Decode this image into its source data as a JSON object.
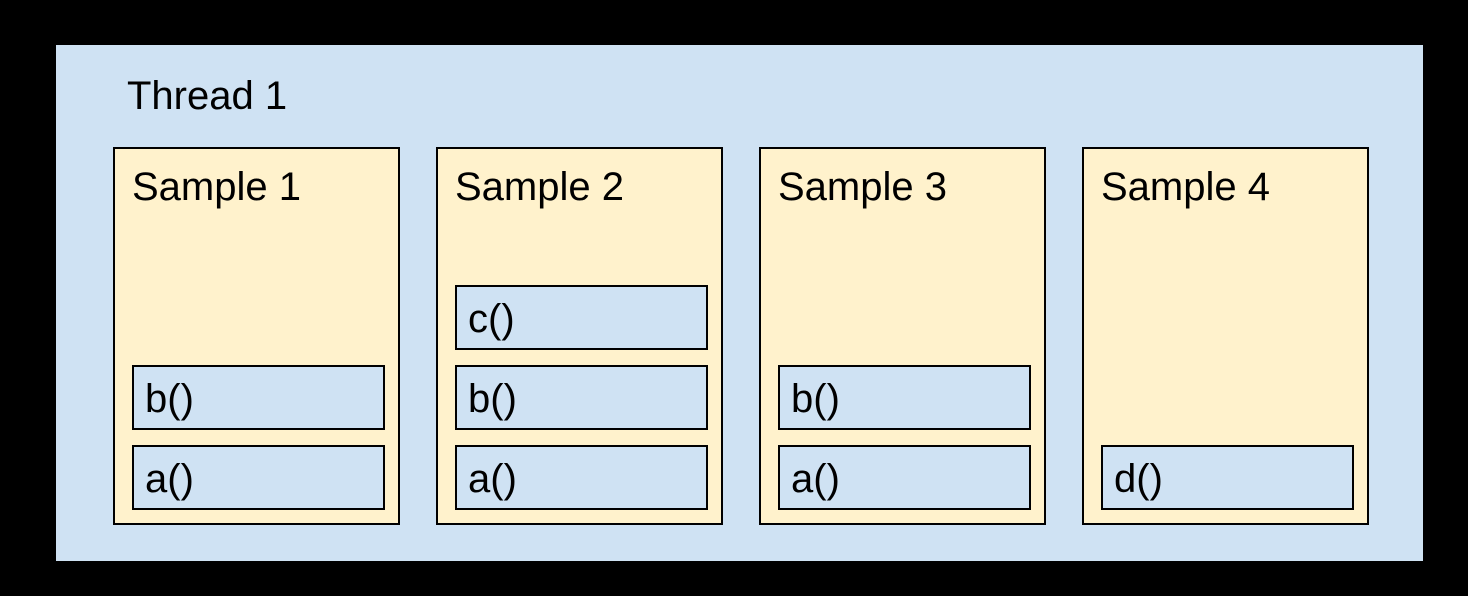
{
  "thread": {
    "title": "Thread 1"
  },
  "samples": [
    {
      "title": "Sample 1",
      "frames": [
        "b()",
        "a()"
      ]
    },
    {
      "title": "Sample 2",
      "frames": [
        "c()",
        "b()",
        "a()"
      ]
    },
    {
      "title": "Sample 3",
      "frames": [
        "b()",
        "a()"
      ]
    },
    {
      "title": "Sample 4",
      "frames": [
        "d()"
      ]
    }
  ],
  "colors": {
    "canvas_background": "#000000",
    "thread_fill": "#cfe2f3",
    "card_fill": "#fff2cc",
    "frame_fill": "#cfe2f3",
    "border": "#000000",
    "text": "#000000"
  }
}
